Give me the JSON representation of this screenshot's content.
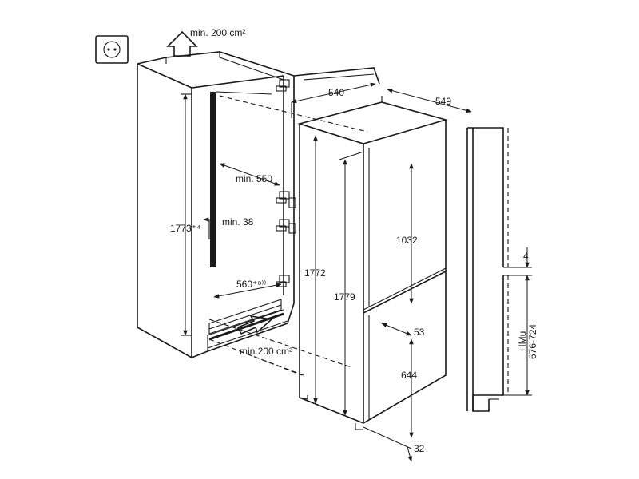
{
  "labels": {
    "air_top": "min. 200 cm²",
    "air_bottom": "min.200 cm²",
    "niche_depth": "min. 550",
    "gap": "min. 38",
    "niche_width": "560⁺⁸⁾⁾",
    "niche_height": "1773⁺⁴",
    "width_540": "540",
    "depth_549": "549",
    "height_1772": "1772",
    "height_1779": "1779",
    "upper_1032": "1032",
    "offset_53": "53",
    "lower_644": "644",
    "bottom_32": "32",
    "panel_4": "4",
    "hmu": "HMu",
    "hmu_range": "676-724"
  },
  "icons": [
    "power-socket-icon",
    "air-flow-arrow-icon",
    "hinge-icon"
  ]
}
